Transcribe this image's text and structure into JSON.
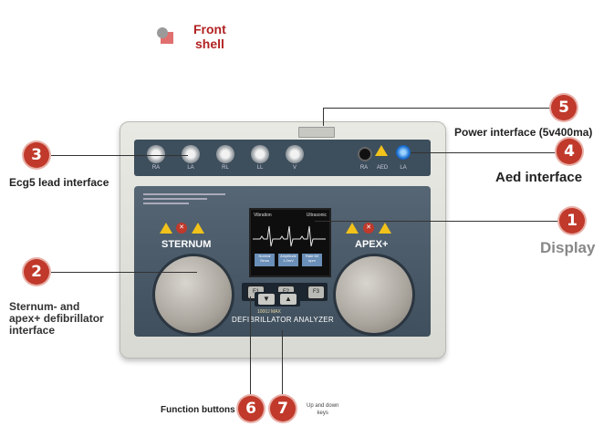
{
  "legend": {
    "front_shell_line1": "Front",
    "front_shell_line2": "shell"
  },
  "callouts": {
    "c1": {
      "num": "1",
      "label": "Display"
    },
    "c2": {
      "num": "2",
      "label_line1": "Sternum- and",
      "label_line2": "apex+ defibrillator",
      "label_line3": "interface"
    },
    "c3": {
      "num": "3",
      "label": "Ecg5 lead interface"
    },
    "c4": {
      "num": "4",
      "label": "Aed interface"
    },
    "c5": {
      "num": "5",
      "label": "Power interface (5v400ma)"
    },
    "c6": {
      "num": "6",
      "label": "Function buttons"
    },
    "c7": {
      "num": "7",
      "label_line1": "Up and down",
      "label_line2": "keys"
    }
  },
  "device": {
    "pad_left_label": "STERNUM",
    "pad_right_label": "APEX+",
    "model_label": "DEFIBRILLATOR ANALYZER",
    "max_label": "1000J MAX",
    "ecg_leads": [
      "RA",
      "LA",
      "RL",
      "LL",
      "V"
    ],
    "aed_labels": [
      "RA",
      "AED",
      "LA"
    ],
    "buttons": {
      "f1": "F1",
      "f2": "F2",
      "f3": "F3"
    },
    "screen": {
      "left_header": "Vibration",
      "right_header": "Ultrasonic",
      "box1": "Normal Sinus",
      "box2": "Amplitude 1.0mV",
      "box3": "Rate 60 bpm"
    }
  },
  "colors": {
    "callout_red": "#c0392b",
    "panel": "#3f4f5d",
    "display_label": "#888888"
  }
}
